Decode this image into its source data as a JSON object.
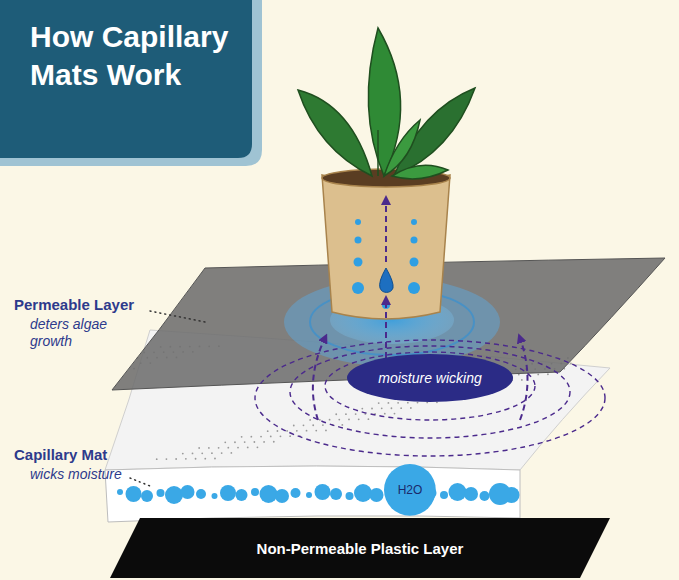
{
  "diagram": {
    "title": "How Capillary Mats Work",
    "nodes": [
      {
        "text": [
          "moisture wicking"
        ]
      },
      {
        "text": [
          "H2O"
        ]
      },
      {
        "text": [
          "Non-Permeable Plastic Layer"
        ]
      }
    ],
    "labels": [
      "Permeable Layer",
      "deters algae growth",
      "Capillary Mat",
      "wicks moisture"
    ]
  }
}
